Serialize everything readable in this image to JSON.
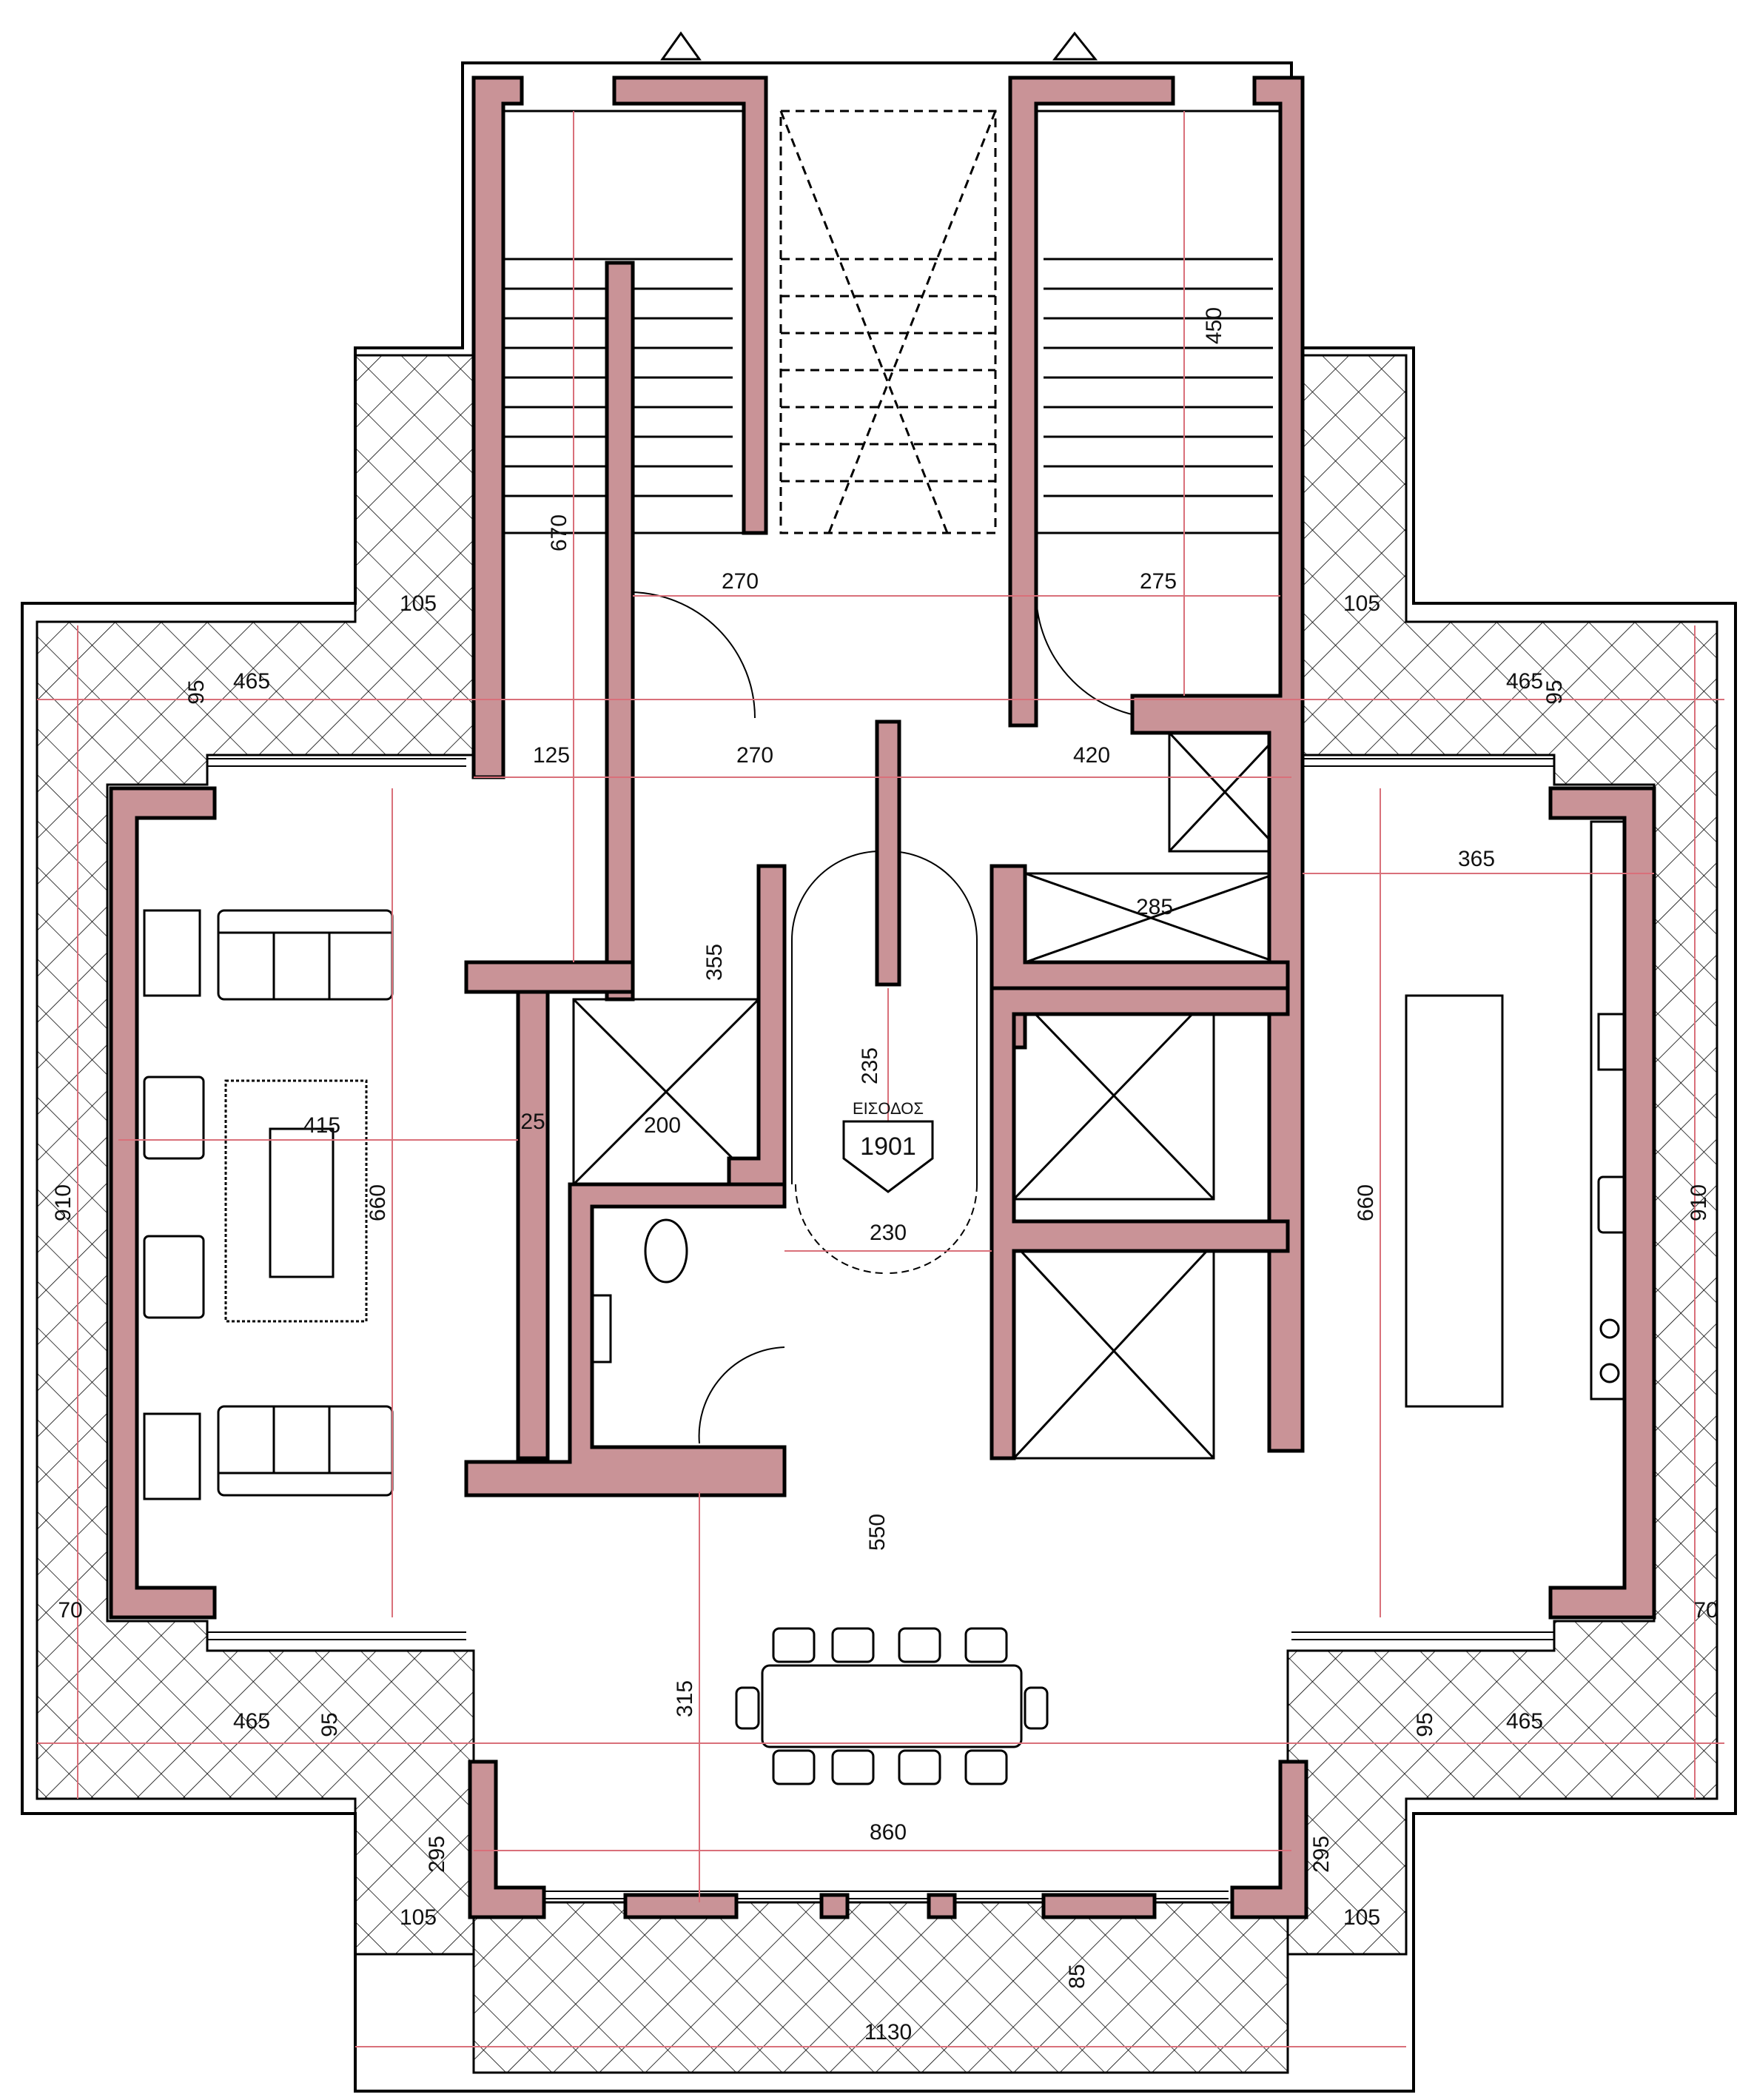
{
  "plan": {
    "entrance": {
      "label": "ΕΙΣΟΔΟΣ",
      "level": "1901"
    },
    "dimensions": {
      "stair_left_width": "270",
      "stair_left_landing": "270",
      "stair_right_width": "275",
      "stair_left_height": "670",
      "stair_right_height": "450",
      "terrace_top_left_offset": "105",
      "terrace_top_right_offset": "105",
      "terrace_left_width_top": "465",
      "terrace_right_width_top": "465",
      "terrace_left_depth_top": "95",
      "terrace_right_depth_top": "95",
      "corridor_left": "125",
      "corridor_right": "420",
      "kitchen_width": "365",
      "storage_width": "285",
      "wc_depth": "355",
      "wc_width": "200",
      "entrance_depth": "235",
      "entrance_width": "230",
      "partition": "25",
      "living_width": "415",
      "living_height": "660",
      "kitchen_height": "660",
      "terrace_left_height": "910",
      "terrace_right_height": "910",
      "living_depth": "550",
      "terrace_left_corner": "70",
      "terrace_right_corner": "70",
      "terrace_left_width_bottom": "465",
      "terrace_right_width_bottom": "465",
      "terrace_left_depth_bottom": "95",
      "terrace_right_depth_bottom": "95",
      "dining_depth": "315",
      "dining_width": "860",
      "balcony_left_depth": "295",
      "balcony_right_depth": "295",
      "balcony_left_offset": "105",
      "balcony_right_offset": "105",
      "total_width": "1130",
      "balcony_depth": "85"
    },
    "colors": {
      "wall_fill": "#c99397",
      "wall_stroke": "#000000",
      "dimension_line": "#d9707a",
      "hatch": "#000000"
    }
  }
}
